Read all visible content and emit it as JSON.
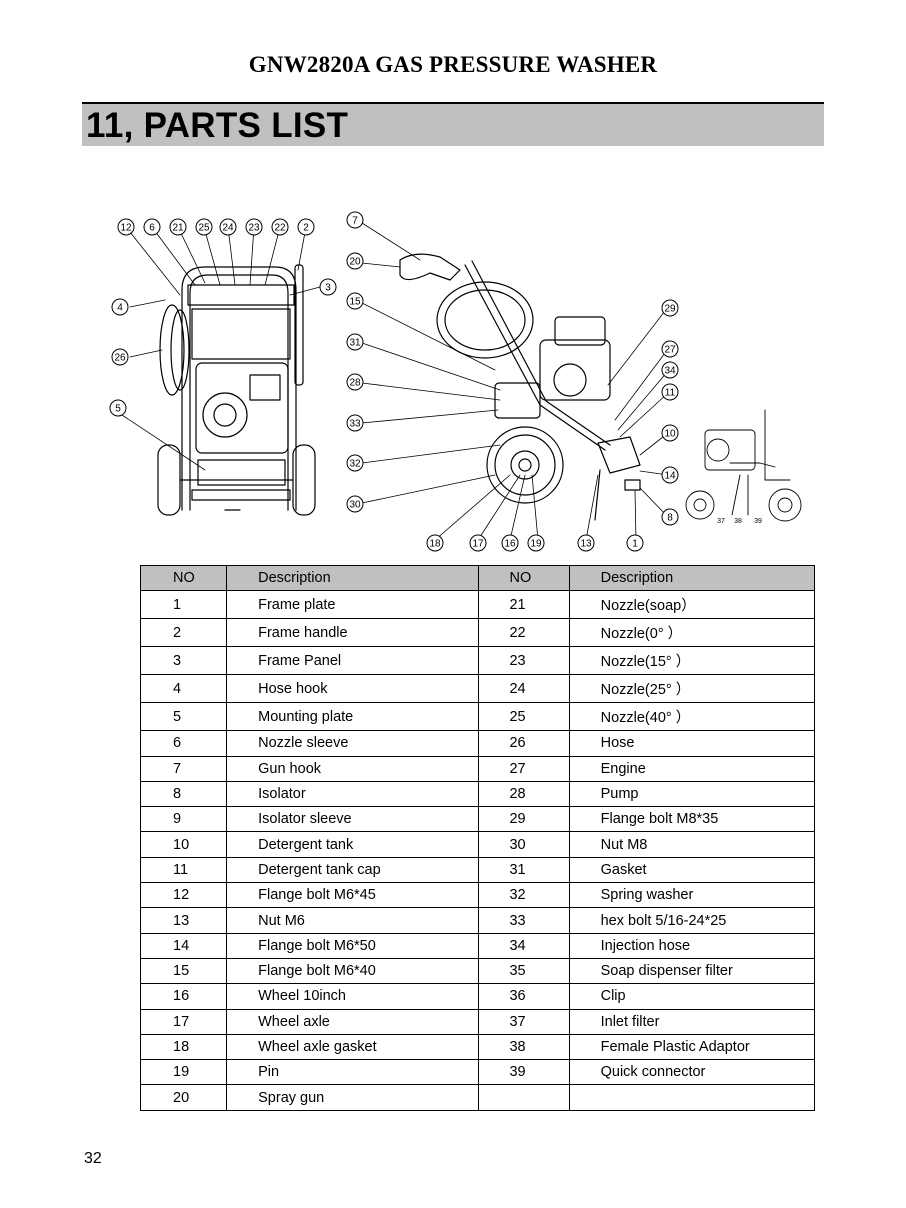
{
  "header": {
    "doc_title": "GNW2820A GAS PRESSURE WASHER",
    "section_title": "11, PARTS LIST"
  },
  "diagram": {
    "callouts": [
      "12",
      "6",
      "21",
      "25",
      "24",
      "23",
      "22",
      "2",
      "4",
      "3",
      "26",
      "5",
      "7",
      "20",
      "15",
      "31",
      "28",
      "33",
      "32",
      "30",
      "18",
      "17",
      "16",
      "19",
      "13",
      "1",
      "29",
      "27",
      "34",
      "11",
      "10",
      "14",
      "8"
    ],
    "inset_labels": [
      "37",
      "38",
      "39"
    ]
  },
  "table": {
    "headers": [
      "NO",
      "Description",
      "NO",
      "Description"
    ],
    "rows": [
      [
        "1",
        "Frame plate",
        "21",
        "Nozzle(soap）"
      ],
      [
        "2",
        "Frame handle",
        "22",
        "Nozzle(0° ）"
      ],
      [
        "3",
        "Frame Panel",
        "23",
        "Nozzle(15° ）"
      ],
      [
        "4",
        "Hose hook",
        "24",
        "Nozzle(25° ）"
      ],
      [
        "5",
        "Mounting plate",
        "25",
        "Nozzle(40° ）"
      ],
      [
        "6",
        "Nozzle sleeve",
        "26",
        "Hose"
      ],
      [
        "7",
        "Gun hook",
        "27",
        "Engine"
      ],
      [
        "8",
        "Isolator",
        "28",
        "Pump"
      ],
      [
        "9",
        "Isolator sleeve",
        "29",
        "Flange bolt M8*35"
      ],
      [
        "10",
        "Detergent tank",
        "30",
        "Nut M8"
      ],
      [
        "11",
        "Detergent tank cap",
        "31",
        "Gasket"
      ],
      [
        "12",
        "Flange bolt M6*45",
        "32",
        "Spring washer"
      ],
      [
        "13",
        "Nut M6",
        "33",
        "hex bolt 5/16-24*25"
      ],
      [
        "14",
        "Flange bolt M6*50",
        "34",
        "Injection hose"
      ],
      [
        "15",
        "Flange bolt M6*40",
        "35",
        "Soap dispenser filter"
      ],
      [
        "16",
        "Wheel 10inch",
        "36",
        "Clip"
      ],
      [
        "17",
        "Wheel axle",
        "37",
        "Inlet filter"
      ],
      [
        "18",
        "Wheel axle gasket",
        "38",
        "Female Plastic Adaptor"
      ],
      [
        "19",
        "Pin",
        "39",
        "Quick connector"
      ],
      [
        "20",
        "Spray gun",
        "",
        ""
      ]
    ]
  },
  "footer": {
    "page_number": "32"
  }
}
